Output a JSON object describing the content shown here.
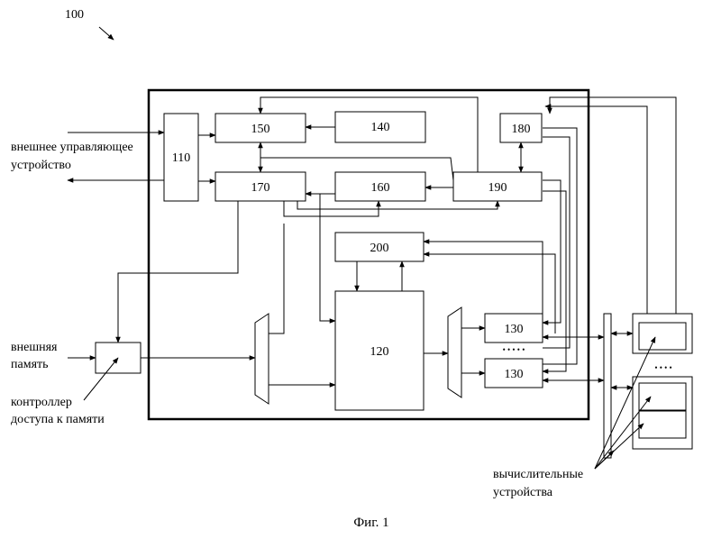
{
  "figure_ref": "100",
  "caption": "Фиг. 1",
  "blocks": {
    "b110": "110",
    "b120": "120",
    "b130a": "130",
    "b130b": "130",
    "b140": "140",
    "b150": "150",
    "b160": "160",
    "b170": "170",
    "b180": "180",
    "b190": "190",
    "b200": "200"
  },
  "labels": {
    "ext_control_1": "внешнее управляющее",
    "ext_control_2": "устройство",
    "ext_memory_1": "внешняя",
    "ext_memory_2": "память",
    "mem_ctrl_1": "контроллер",
    "mem_ctrl_2": "доступа к памяти",
    "compute_1": "вычислительные",
    "compute_2": "устройства",
    "dots_mid": "• • • • •",
    "dots_right": "• • • •"
  }
}
